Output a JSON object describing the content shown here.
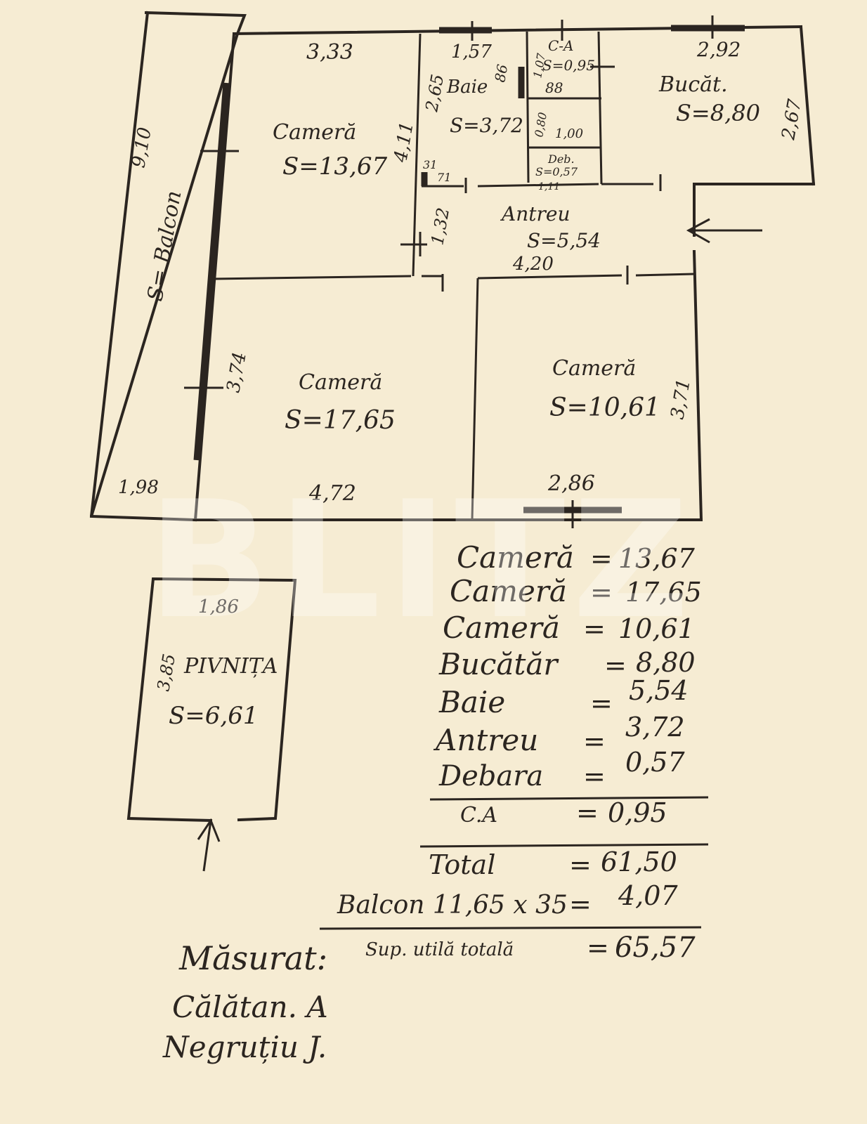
{
  "plan": {
    "balcony": {
      "label": "S= Balcon",
      "length": "9,10",
      "width": "1,98"
    },
    "room1": {
      "name": "Cameră",
      "area": "S=13,67",
      "top": "3,33",
      "side": "4,11",
      "door_side": "1,32"
    },
    "bath": {
      "name": "Baie",
      "area": "S=3,72",
      "top": "1,57",
      "side": "2,65",
      "small1": "31",
      "small2": "71",
      "small3": "86"
    },
    "ca": {
      "name": "C-A",
      "area": "S=0,95",
      "w": "1,07",
      "h": "88",
      "side": "0,80",
      "width2": "1,00"
    },
    "pantry": {
      "name": "Deb.",
      "area": "S=0,57",
      "h": "1,11"
    },
    "kitchen": {
      "name": "Bucăt.",
      "area": "S=8,80",
      "top": "2,92",
      "side": "2,67"
    },
    "hall": {
      "name": "Antreu",
      "area": "S=5,54",
      "bottom": "4,20"
    },
    "room2": {
      "name": "Cameră",
      "area": "S=17,65",
      "side": "3,74",
      "bottom": "4,72"
    },
    "room3": {
      "name": "Cameră",
      "area": "S=10,61",
      "side": "3,71",
      "bottom": "2,86"
    },
    "cellar": {
      "name": "PIVNIȚA",
      "area": "S=6,61",
      "top": "1,86",
      "side": "3,85"
    }
  },
  "watermark": "BLITZ",
  "summary": {
    "rows": [
      {
        "label": "Cameră",
        "eq": "=",
        "value": "13,67"
      },
      {
        "label": "Cameră",
        "eq": "=",
        "value": "17,65"
      },
      {
        "label": "Cameră",
        "eq": "=",
        "value": "10,61"
      },
      {
        "label": "Bucătăr",
        "eq": "=",
        "value": "8,80"
      },
      {
        "label": "Baie",
        "eq": "=",
        "value": "5,54"
      },
      {
        "label": "Antreu",
        "eq": "=",
        "value": "3,72"
      },
      {
        "label": "Debara",
        "eq": "=",
        "value": "0,57"
      }
    ],
    "ca": {
      "label": "C.A",
      "eq": "=",
      "value": "0,95"
    },
    "total": {
      "label": "Total",
      "eq": "=",
      "value": "61,50"
    },
    "balcony": {
      "label": "Balcon 11,65 x 35",
      "eq": "=",
      "value": "4,07"
    },
    "useful": {
      "label": "Sup. utilă totală",
      "eq": "=",
      "value": "65,57"
    }
  },
  "signature": {
    "line1": "Măsurat:",
    "line2": "Călătan. A",
    "line3": "Negruțiu J."
  },
  "ink_color": "#2b2520",
  "paper_color": "#f6ecd3"
}
